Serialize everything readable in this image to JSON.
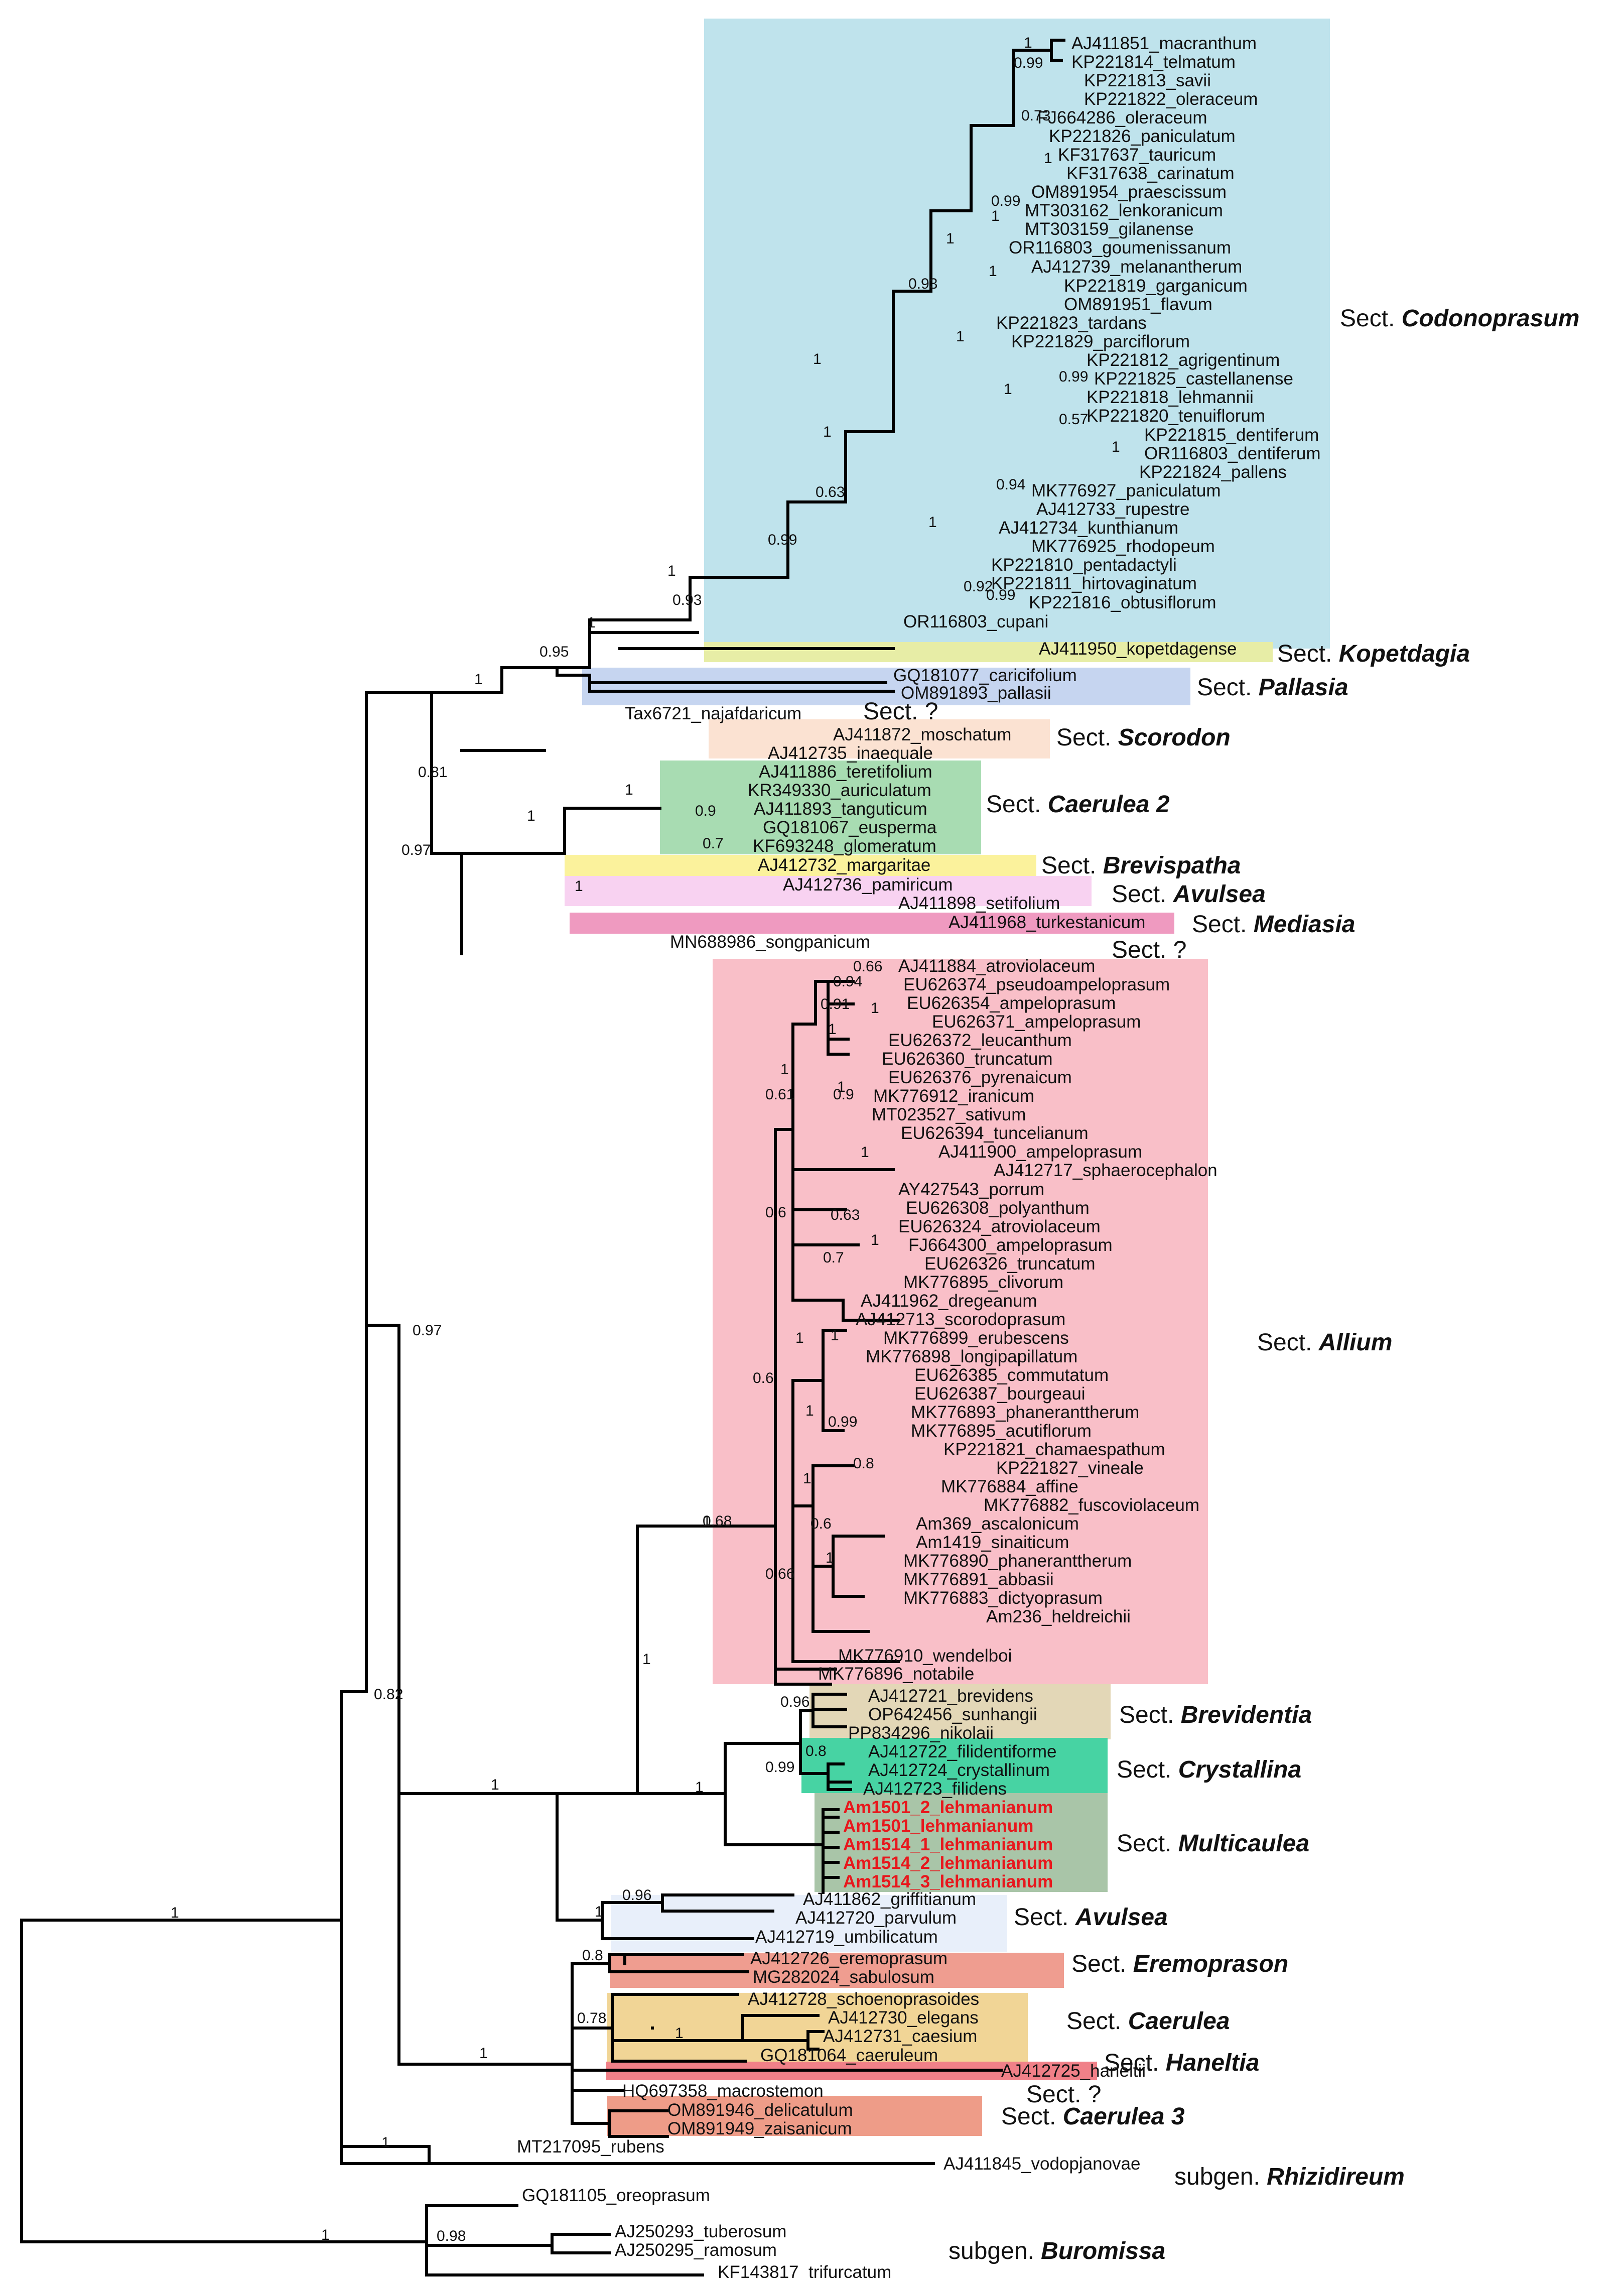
{
  "boxes": [
    {
      "key": "codonoprasum",
      "color": "#bfe3ec"
    },
    {
      "key": "kopetdagia",
      "color": "#e7eda6"
    },
    {
      "key": "pallasia",
      "color": "#c6d5f0"
    },
    {
      "key": "scorodon",
      "color": "#fbe2d2"
    },
    {
      "key": "caerulea2",
      "color": "#a8dcb2"
    },
    {
      "key": "brevispatha",
      "color": "#fbf29c"
    },
    {
      "key": "avulsea1",
      "color": "#f8d2f1"
    },
    {
      "key": "mediasia",
      "color": "#ef9ac0"
    },
    {
      "key": "allium",
      "color": "#f9bfc8"
    },
    {
      "key": "brevidentia",
      "color": "#e3d7b7"
    },
    {
      "key": "crystallina",
      "color": "#47d3a3"
    },
    {
      "key": "multicaulea",
      "color": "#a9c5a8"
    },
    {
      "key": "avulsea2",
      "color": "#e8effa"
    },
    {
      "key": "eremoprason",
      "color": "#ef9d90"
    },
    {
      "key": "caerulea",
      "color": "#f1d596"
    },
    {
      "key": "haneltia",
      "color": "#f08088"
    },
    {
      "key": "caerulea3",
      "color": "#ee9c88"
    }
  ],
  "leaves": [
    {
      "id": "L1",
      "label": "AJ411851_macranthum"
    },
    {
      "id": "L2",
      "label": "KP221814_telmatum"
    },
    {
      "id": "L3",
      "label": "KP221813_savii"
    },
    {
      "id": "L4",
      "label": "KP221822_oleraceum"
    },
    {
      "id": "L5",
      "label": "FJ664286_oleraceum"
    },
    {
      "id": "L6",
      "label": "KP221826_paniculatum"
    },
    {
      "id": "L7",
      "label": "KF317637_tauricum"
    },
    {
      "id": "L8",
      "label": "KF317638_carinatum"
    },
    {
      "id": "L9",
      "label": "OM891954_praescissum"
    },
    {
      "id": "L10",
      "label": "MT303162_lenkoranicum"
    },
    {
      "id": "L11",
      "label": "MT303159_gilanense"
    },
    {
      "id": "L12",
      "label": "OR116803_goumenissanum"
    },
    {
      "id": "L13",
      "label": "AJ412739_melanantherum"
    },
    {
      "id": "L14",
      "label": "KP221819_garganicum"
    },
    {
      "id": "L15",
      "label": "OM891951_flavum"
    },
    {
      "id": "L16",
      "label": "KP221823_tardans"
    },
    {
      "id": "L17",
      "label": "KP221829_parciflorum"
    },
    {
      "id": "L18",
      "label": "KP221812_agrigentinum"
    },
    {
      "id": "L19",
      "label": "KP221825_castellanense"
    },
    {
      "id": "L20",
      "label": "KP221818_lehmannii"
    },
    {
      "id": "L21",
      "label": "KP221820_tenuiflorum"
    },
    {
      "id": "L22",
      "label": "KP221815_dentiferum"
    },
    {
      "id": "L23",
      "label": "OR116803_dentiferum"
    },
    {
      "id": "L24",
      "label": "KP221824_pallens"
    },
    {
      "id": "L25",
      "label": "MK776927_paniculatum"
    },
    {
      "id": "L26",
      "label": "AJ412733_rupestre"
    },
    {
      "id": "L27",
      "label": "AJ412734_kunthianum"
    },
    {
      "id": "L28",
      "label": "MK776925_rhodopeum"
    },
    {
      "id": "L29",
      "label": "KP221810_pentadactyli"
    },
    {
      "id": "L30",
      "label": "KP221811_hirtovaginatum"
    },
    {
      "id": "L31",
      "label": "KP221816_obtusiflorum"
    },
    {
      "id": "L32",
      "label": "OR116803_cupani"
    },
    {
      "id": "L33",
      "label": "AJ411950_kopetdagense"
    },
    {
      "id": "L34",
      "label": "GQ181077_caricifolium"
    },
    {
      "id": "L35",
      "label": "OM891893_pallasii"
    },
    {
      "id": "L36",
      "label": "Tax6721_najafdaricum"
    },
    {
      "id": "L37",
      "label": "AJ411872_moschatum"
    },
    {
      "id": "L38",
      "label": "AJ412735_inaequale"
    },
    {
      "id": "L39",
      "label": "AJ411886_teretifolium"
    },
    {
      "id": "L40",
      "label": "KR349330_auriculatum"
    },
    {
      "id": "L41",
      "label": "AJ411893_tanguticum"
    },
    {
      "id": "L42",
      "label": "GQ181067_eusperma"
    },
    {
      "id": "L43",
      "label": "KF693248_glomeratum"
    },
    {
      "id": "L44",
      "label": "AJ412732_margaritae"
    },
    {
      "id": "L45",
      "label": "AJ412736_pamiricum"
    },
    {
      "id": "L46",
      "label": "AJ411898_setifolium"
    },
    {
      "id": "L47",
      "label": "AJ411968_turkestanicum"
    },
    {
      "id": "L48",
      "label": "MN688986_songpanicum"
    },
    {
      "id": "L49",
      "label": "AJ411884_atroviolaceum"
    },
    {
      "id": "L50",
      "label": "EU626374_pseudoampeloprasum"
    },
    {
      "id": "L51",
      "label": "EU626354_ampeloprasum"
    },
    {
      "id": "L52",
      "label": "EU626371_ampeloprasum"
    },
    {
      "id": "L53",
      "label": "EU626372_leucanthum"
    },
    {
      "id": "L54",
      "label": "EU626360_truncatum"
    },
    {
      "id": "L55",
      "label": "EU626376_pyrenaicum"
    },
    {
      "id": "L56",
      "label": "MK776912_iranicum"
    },
    {
      "id": "L57",
      "label": "MT023527_sativum"
    },
    {
      "id": "L58",
      "label": "EU626394_tuncelianum"
    },
    {
      "id": "L59",
      "label": "AJ411900_ampeloprasum"
    },
    {
      "id": "L60",
      "label": "AJ412717_sphaerocephalon"
    },
    {
      "id": "L61",
      "label": "AY427543_porrum"
    },
    {
      "id": "L62",
      "label": "EU626308_polyanthum"
    },
    {
      "id": "L63",
      "label": "EU626324_atroviolaceum"
    },
    {
      "id": "L64",
      "label": "FJ664300_ampeloprasum"
    },
    {
      "id": "L65",
      "label": "EU626326_truncatum"
    },
    {
      "id": "L66",
      "label": "MK776895_clivorum"
    },
    {
      "id": "L67",
      "label": "AJ411962_dregeanum"
    },
    {
      "id": "L68",
      "label": "AJ412713_scorodoprasum"
    },
    {
      "id": "L69",
      "label": "MK776899_erubescens"
    },
    {
      "id": "L70",
      "label": "MK776898_longipapillatum"
    },
    {
      "id": "L71",
      "label": "EU626385_commutatum"
    },
    {
      "id": "L72",
      "label": "EU626387_bourgeaui"
    },
    {
      "id": "L73",
      "label": "MK776893_phaneranttherum"
    },
    {
      "id": "L74",
      "label": "MK776895_acutiflorum"
    },
    {
      "id": "L75",
      "label": "KP221821_chamaespathum"
    },
    {
      "id": "L76",
      "label": "KP221827_vineale"
    },
    {
      "id": "L77",
      "label": "MK776884_affine"
    },
    {
      "id": "L78",
      "label": "MK776882_fuscoviolaceum"
    },
    {
      "id": "L79",
      "label": "Am369_ascalonicum"
    },
    {
      "id": "L80",
      "label": "Am1419_sinaiticum"
    },
    {
      "id": "L81",
      "label": "MK776890_phaneranttherum"
    },
    {
      "id": "L82",
      "label": "MK776891_abbasii"
    },
    {
      "id": "L83",
      "label": "MK776883_dictyoprasum"
    },
    {
      "id": "L84",
      "label": "Am236_heldreichii"
    },
    {
      "id": "L85",
      "label": "MK776910_wendelboi"
    },
    {
      "id": "L86",
      "label": "MK776896_notabile"
    },
    {
      "id": "L87",
      "label": "AJ412721_brevidens"
    },
    {
      "id": "L88",
      "label": "OP642456_sunhangii"
    },
    {
      "id": "L89",
      "label": "PP834296_nikolaii"
    },
    {
      "id": "L90",
      "label": "AJ412722_filidentiforme"
    },
    {
      "id": "L91",
      "label": "AJ412724_crystallinum"
    },
    {
      "id": "L92",
      "label": "AJ412723_filidens"
    },
    {
      "id": "L93",
      "label": "Am1501_2_lehmanianum",
      "hl": true
    },
    {
      "id": "L94",
      "label": "Am1501_lehmanianum",
      "hl": true
    },
    {
      "id": "L95",
      "label": "Am1514_1_lehmanianum",
      "hl": true
    },
    {
      "id": "L96",
      "label": "Am1514_2_lehmanianum",
      "hl": true
    },
    {
      "id": "L97",
      "label": "Am1514_3_lehmanianum",
      "hl": true
    },
    {
      "id": "L98",
      "label": "AJ411862_griffitianum"
    },
    {
      "id": "L99",
      "label": "AJ412720_parvulum"
    },
    {
      "id": "L100",
      "label": "AJ412719_umbilicatum"
    },
    {
      "id": "L101",
      "label": "AJ412726_eremoprasum"
    },
    {
      "id": "L102",
      "label": "MG282024_sabulosum"
    },
    {
      "id": "L103",
      "label": "AJ412728_schoenoprasoides"
    },
    {
      "id": "L104",
      "label": "AJ412730_elegans"
    },
    {
      "id": "L105",
      "label": "AJ412731_caesium"
    },
    {
      "id": "L106",
      "label": "GQ181064_caeruleum"
    },
    {
      "id": "L107",
      "label": "AJ412725_haneltii"
    },
    {
      "id": "L108",
      "label": "HQ697358_macrostemon"
    },
    {
      "id": "L109",
      "label": "OM891946_delicatulum"
    },
    {
      "id": "L110",
      "label": "OM891949_zaisanicum"
    },
    {
      "id": "L111",
      "label": "MT217095_rubens"
    },
    {
      "id": "L112",
      "label": "AJ411845_vodopjanovae"
    },
    {
      "id": "L113",
      "label": "GQ181105_oreoprasum"
    },
    {
      "id": "L114",
      "label": "AJ250293_tuberosum"
    },
    {
      "id": "L115",
      "label": "AJ250295_ramosum"
    },
    {
      "id": "L116",
      "label": "KF143817_trifurcatum"
    }
  ],
  "supports": [
    {
      "id": "s01",
      "v": "1"
    },
    {
      "id": "s02",
      "v": "0.98"
    },
    {
      "id": "s03",
      "v": "1"
    },
    {
      "id": "s04",
      "v": "1"
    },
    {
      "id": "s05",
      "v": "0.82"
    },
    {
      "id": "s06",
      "v": "1"
    },
    {
      "id": "s07",
      "v": "0.8"
    },
    {
      "id": "s08",
      "v": "0.78"
    },
    {
      "id": "s09",
      "v": "1"
    },
    {
      "id": "s10",
      "v": "1"
    },
    {
      "id": "s11",
      "v": "0.96"
    },
    {
      "id": "s12",
      "v": "1"
    },
    {
      "id": "s13",
      "v": "1"
    },
    {
      "id": "s14",
      "v": "1"
    },
    {
      "id": "s15",
      "v": "0.96"
    },
    {
      "id": "s16",
      "v": "0.99"
    },
    {
      "id": "s17",
      "v": "0.8"
    },
    {
      "id": "s18",
      "v": "1"
    },
    {
      "id": "s19",
      "v": "0.97"
    },
    {
      "id": "s20",
      "v": "0.97"
    },
    {
      "id": "s21",
      "v": "0.81"
    },
    {
      "id": "s22",
      "v": "1"
    },
    {
      "id": "s23",
      "v": "0.95"
    },
    {
      "id": "s24",
      "v": "1"
    },
    {
      "id": "s25",
      "v": "0.93"
    },
    {
      "id": "s26",
      "v": "1"
    },
    {
      "id": "s27",
      "v": "0.99"
    },
    {
      "id": "s28",
      "v": "0.63"
    },
    {
      "id": "s29",
      "v": "1"
    },
    {
      "id": "s30",
      "v": "1"
    },
    {
      "id": "s31",
      "v": "0.93"
    },
    {
      "id": "s32",
      "v": "1"
    },
    {
      "id": "s33",
      "v": "0.99"
    },
    {
      "id": "s34",
      "v": "0.73"
    },
    {
      "id": "s35",
      "v": "0.99"
    },
    {
      "id": "s36",
      "v": "1"
    },
    {
      "id": "s37",
      "v": "1"
    },
    {
      "id": "s38",
      "v": "1"
    },
    {
      "id": "s39",
      "v": "1"
    },
    {
      "id": "s40",
      "v": "1"
    },
    {
      "id": "s41",
      "v": "0.99"
    },
    {
      "id": "s42",
      "v": "0.57"
    },
    {
      "id": "s43",
      "v": "1"
    },
    {
      "id": "s44",
      "v": "0.94"
    },
    {
      "id": "s45",
      "v": "1"
    },
    {
      "id": "s46",
      "v": "1"
    },
    {
      "id": "s47",
      "v": "0.99"
    },
    {
      "id": "s48",
      "v": "0.92"
    },
    {
      "id": "s49",
      "v": "1"
    },
    {
      "id": "s50",
      "v": "1"
    },
    {
      "id": "s51",
      "v": "0.9"
    },
    {
      "id": "s52",
      "v": "0.7"
    },
    {
      "id": "s53",
      "v": "1"
    },
    {
      "id": "s54",
      "v": "0.68"
    },
    {
      "id": "s55",
      "v": "0.6"
    },
    {
      "id": "s56",
      "v": "0.6"
    },
    {
      "id": "s57",
      "v": "0.66"
    },
    {
      "id": "s58",
      "v": "0.61"
    },
    {
      "id": "s59",
      "v": "1"
    },
    {
      "id": "s60",
      "v": "1"
    },
    {
      "id": "s61",
      "v": "0.66"
    },
    {
      "id": "s62",
      "v": "0.91"
    },
    {
      "id": "s63",
      "v": "0.94"
    },
    {
      "id": "s64",
      "v": "1"
    },
    {
      "id": "s65",
      "v": "0.9"
    },
    {
      "id": "s66",
      "v": "1"
    },
    {
      "id": "s67",
      "v": "1"
    },
    {
      "id": "s68",
      "v": "0.63"
    },
    {
      "id": "s69",
      "v": "0.7"
    },
    {
      "id": "s70",
      "v": "1"
    },
    {
      "id": "s71",
      "v": "1"
    },
    {
      "id": "s72",
      "v": "1"
    },
    {
      "id": "s73",
      "v": "1"
    },
    {
      "id": "s74",
      "v": "0.99"
    },
    {
      "id": "s75",
      "v": "1"
    },
    {
      "id": "s76",
      "v": "0.8"
    },
    {
      "id": "s77",
      "v": "0.6"
    },
    {
      "id": "s78",
      "v": "1"
    }
  ],
  "sections": [
    {
      "id": "S1",
      "prefix": "Sect. ",
      "name": "Codonoprasum"
    },
    {
      "id": "S2",
      "prefix": "Sect. ",
      "name": "Kopetdagia"
    },
    {
      "id": "S3",
      "prefix": "Sect. ",
      "name": "Pallasia"
    },
    {
      "id": "S4",
      "prefix": "Sect. ?",
      "name": ""
    },
    {
      "id": "S5",
      "prefix": "Sect. ",
      "name": "Scorodon"
    },
    {
      "id": "S6",
      "prefix": "Sect. ",
      "name": "Caerulea 2"
    },
    {
      "id": "S7",
      "prefix": "Sect. ",
      "name": "Brevispatha"
    },
    {
      "id": "S8",
      "prefix": "Sect. ",
      "name": "Avulsea"
    },
    {
      "id": "S9",
      "prefix": "Sect. ",
      "name": "Mediasia"
    },
    {
      "id": "S10",
      "prefix": "Sect. ?",
      "name": ""
    },
    {
      "id": "S11",
      "prefix": "Sect. ",
      "name": "Allium"
    },
    {
      "id": "S12",
      "prefix": "Sect. ",
      "name": "Brevidentia"
    },
    {
      "id": "S13",
      "prefix": "Sect. ",
      "name": "Crystallina"
    },
    {
      "id": "S14",
      "prefix": "Sect. ",
      "name": "Multicaulea"
    },
    {
      "id": "S15",
      "prefix": "Sect. ",
      "name": "Avulsea"
    },
    {
      "id": "S16",
      "prefix": "Sect. ",
      "name": "Eremoprason"
    },
    {
      "id": "S17",
      "prefix": "Sect. ",
      "name": "Caerulea"
    },
    {
      "id": "S18",
      "prefix": "Sect. ",
      "name": "Haneltia"
    },
    {
      "id": "S19",
      "prefix": "Sect. ?",
      "name": ""
    },
    {
      "id": "S20",
      "prefix": "Sect. ",
      "name": "Caerulea 3"
    },
    {
      "id": "S21",
      "prefix": "subgen. ",
      "name": "Rhizidireum"
    },
    {
      "id": "S22",
      "prefix": "subgen. ",
      "name": "Buromissa"
    }
  ]
}
